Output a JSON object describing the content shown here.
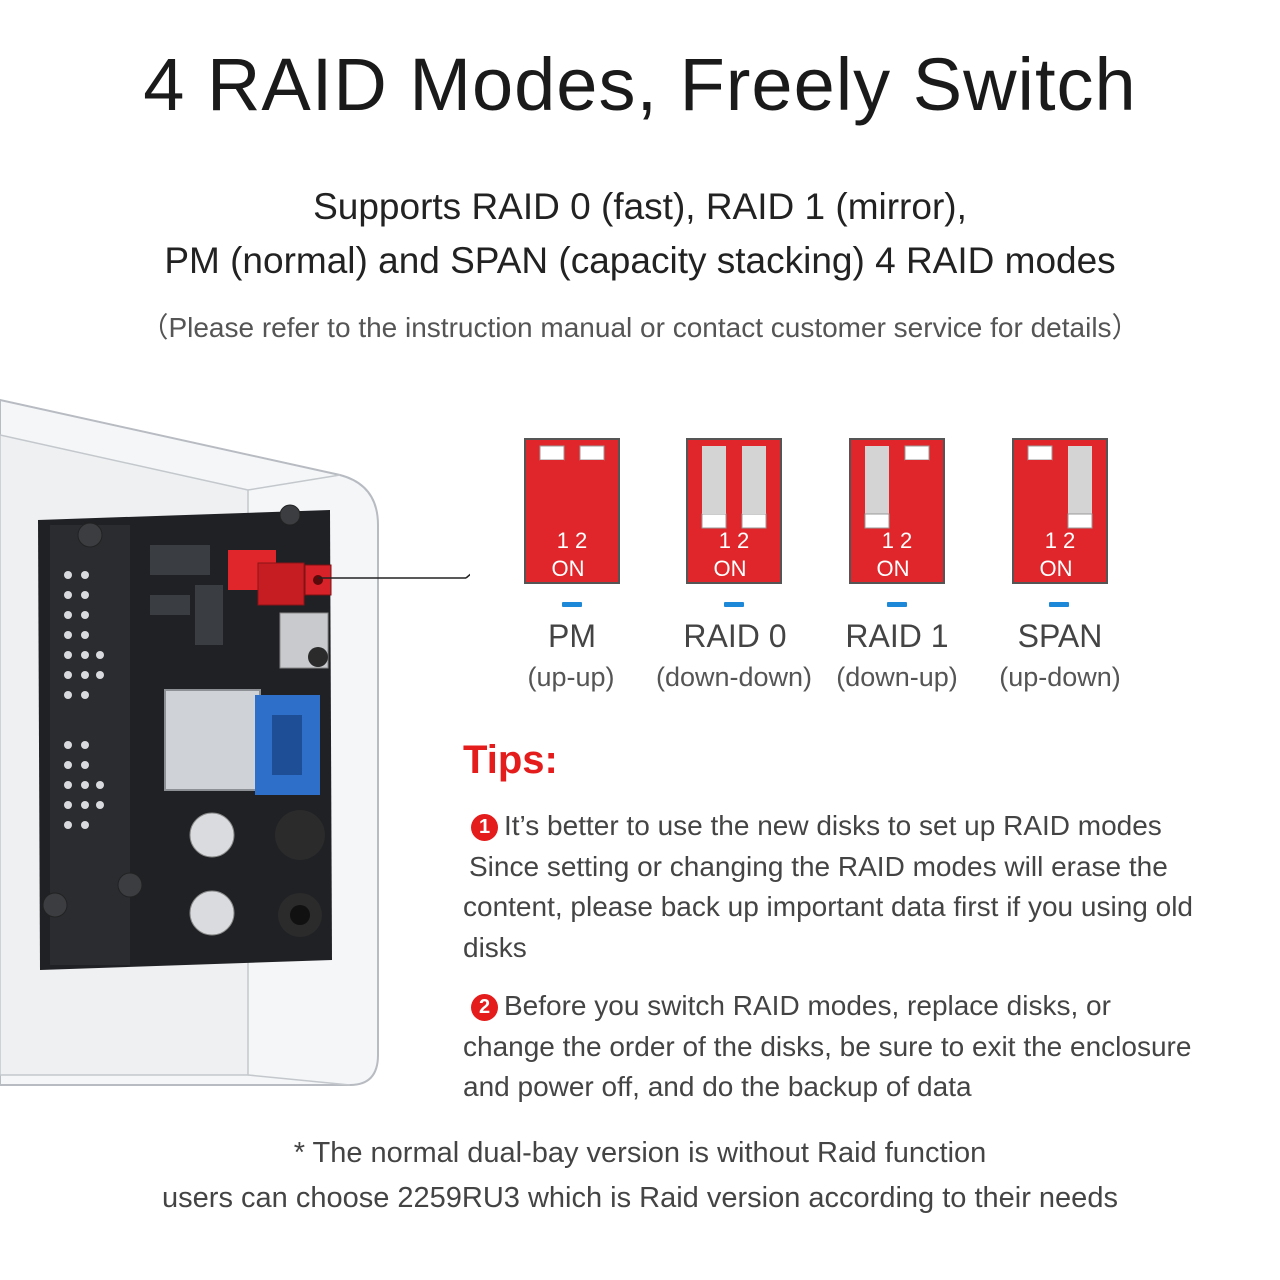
{
  "title": "4 RAID Modes, Freely Switch",
  "subtitle_line1": "Supports RAID 0 (fast), RAID 1 (mirror),",
  "subtitle_line2": "PM (normal) and SPAN (capacity stacking) 4 RAID modes",
  "note": "（Please refer to the instruction manual or contact customer service for details）",
  "switch_label_numbers": "1 2",
  "switch_label_on": "ON",
  "modes": [
    {
      "name": "PM",
      "position": "(up-up)"
    },
    {
      "name": "RAID 0",
      "position": "(down-down)"
    },
    {
      "name": "RAID 1",
      "position": "(down-up)"
    },
    {
      "name": "SPAN",
      "position": "(up-down)"
    }
  ],
  "tips": {
    "title": "Tips:",
    "items": [
      {
        "number": "1",
        "text_line1": "It’s better to use the new disks to set up RAID modes",
        "text_rest": "Since setting or changing the RAID modes will erase the content, please back up important data first if you using old disks"
      },
      {
        "number": "2",
        "text_line1": "Before you switch RAID modes, replace disks, or",
        "text_rest": "change the order of the disks, be sure to exit the enclosure and power off, and do the backup of data"
      }
    ]
  },
  "footer_line1": "*  The normal dual-bay version is without Raid function",
  "footer_line2": "users can choose 2259RU3 which is Raid version according to their needs",
  "colors": {
    "switch_red": "#e0262a",
    "tips_red": "#e41c1c",
    "indicator_blue": "#1e88d8"
  }
}
